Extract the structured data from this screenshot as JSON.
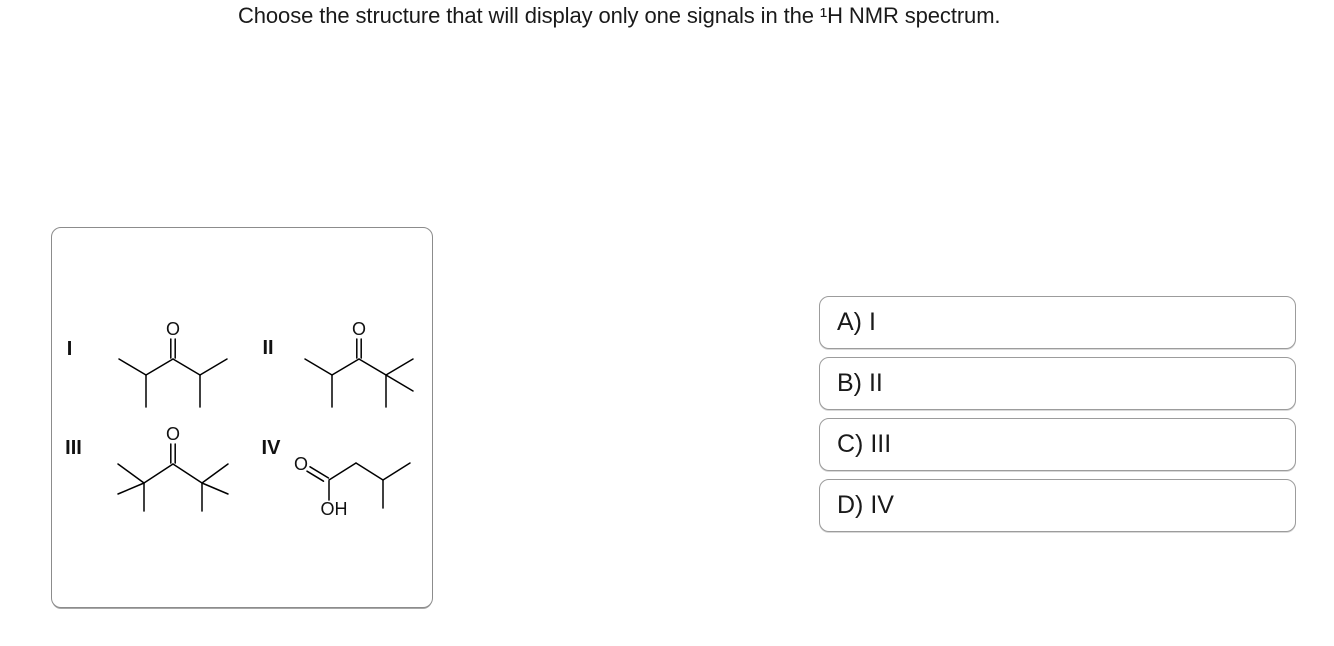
{
  "title": "Choose the structure that will display only one signals in the ¹H NMR spectrum.",
  "structures": [
    {
      "label": "I",
      "o_label": "O"
    },
    {
      "label": "II",
      "o_label": "O"
    },
    {
      "label": "III",
      "o_label": "O"
    },
    {
      "label": "IV",
      "o_label": "O",
      "oh_label": "OH"
    }
  ],
  "options": [
    {
      "label": "A) I"
    },
    {
      "label": "B) II"
    },
    {
      "label": "C) III"
    },
    {
      "label": "D) IV"
    }
  ]
}
